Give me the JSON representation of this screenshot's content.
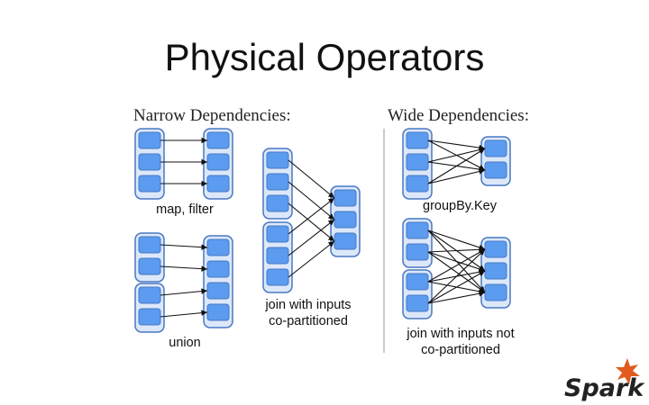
{
  "slide": {
    "title": "Physical Operators"
  },
  "narrow": {
    "heading": "Narrow Dependencies:",
    "map_filter_label": "map, filter",
    "union_label": "union",
    "join_label_line1": "join with inputs",
    "join_label_line2": "co-partitioned"
  },
  "wide": {
    "heading": "Wide Dependencies:",
    "groupbykey_label": "groupBy.Key",
    "join_label_line1": "join with inputs not",
    "join_label_line2": "co-partitioned"
  },
  "logo": {
    "text": "Spark",
    "star_color": "#e25a1c",
    "text_color": "#222222"
  },
  "colors": {
    "rdd_border": "#4a78c2",
    "rdd_fill": "#dce8fa",
    "partition_fill": "#5b9bf0",
    "arrow": "#111111"
  }
}
